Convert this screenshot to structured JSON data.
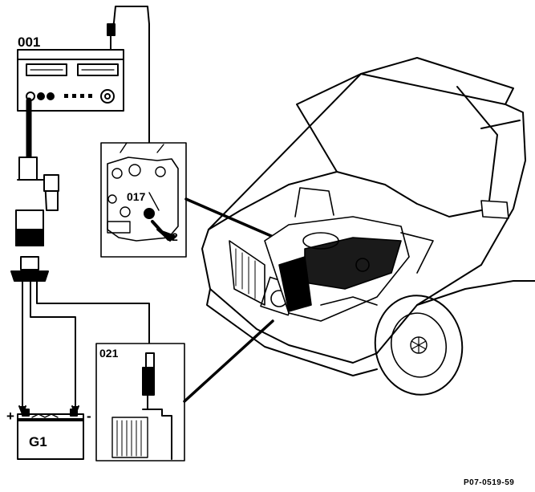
{
  "labels": {
    "tester": "001",
    "connector_view": "017",
    "pointer": "2",
    "sensor_view": "021",
    "battery": "G1",
    "plus": "+",
    "minus": "-",
    "figure_code": "P07-0519-59"
  },
  "colors": {
    "ink": "#000000",
    "paper": "#ffffff"
  }
}
